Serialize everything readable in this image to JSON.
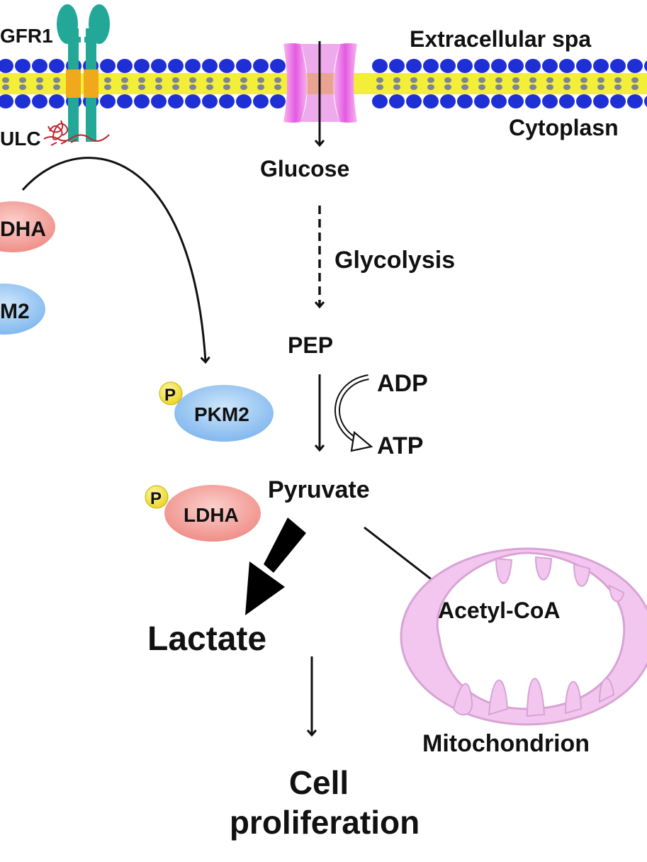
{
  "labels": {
    "receptor": "GFR1",
    "receptor_partner": "ULC",
    "extracellular": "Extracellular spa",
    "cytoplasm": "Cytoplasn",
    "glucose": "Glucose",
    "glycolysis": "Glycolysis",
    "pep": "PEP",
    "adp": "ADP",
    "atp": "ATP",
    "pyruvate": "Pyruvate",
    "lactate": "Lactate",
    "acetyl_coa": "Acetyl-CoA",
    "mitochondrion": "Mitochondrion",
    "cell_line1": "Cell",
    "cell_line2": "proliferation",
    "ldha_left": "DHA",
    "pkm2_left": "M2",
    "pkm2": "PKM2",
    "ldha": "LDHA",
    "phospho": "P"
  },
  "colors": {
    "membrane_head": "#1f2fd6",
    "membrane_tail": "#f2ee3a",
    "receptor": "#23a898",
    "receptor_band": "#f0a81c",
    "transporter": "#e879e8",
    "ldha_fill": "#f08c86",
    "pkm2_fill": "#7fb8ee",
    "phospho_fill": "#f3e23b",
    "mito_fill": "#f4c9ee",
    "mito_stroke": "#d9a3d6"
  }
}
